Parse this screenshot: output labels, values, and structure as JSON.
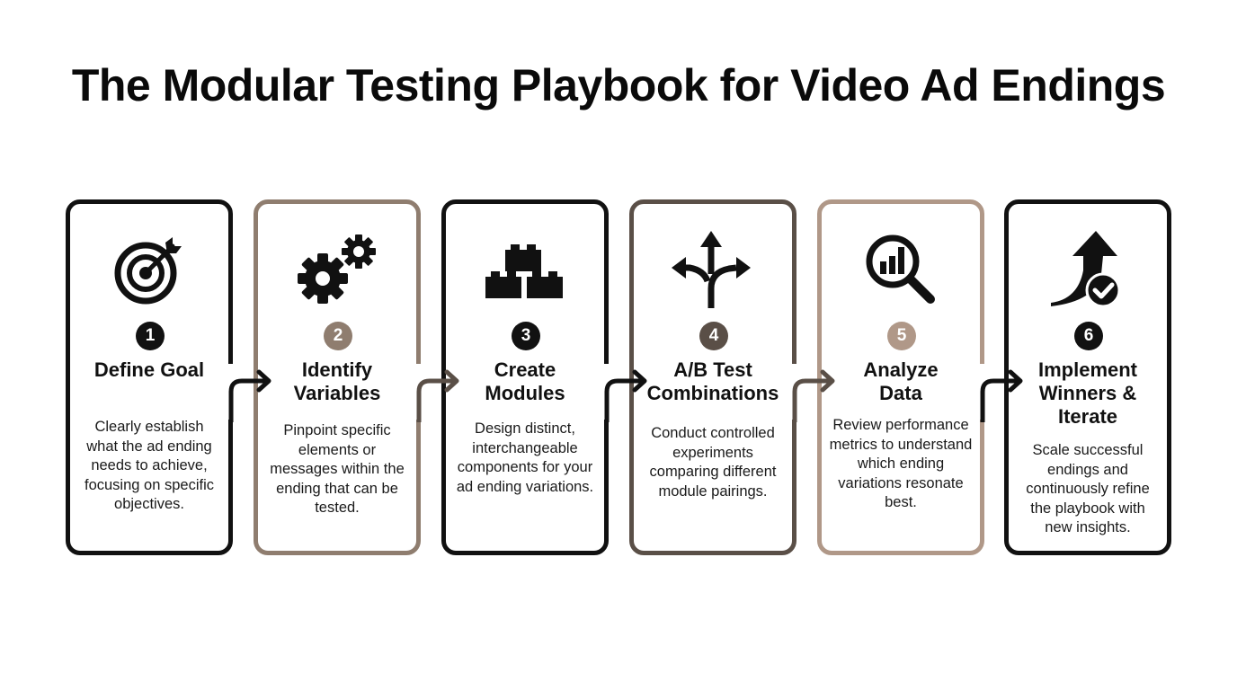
{
  "title": "The Modular Testing Playbook for Video Ad Endings",
  "colors": {
    "black": "#111111",
    "brown_light": "#8f7d6f",
    "brown_dark": "#5a4f47",
    "tan": "#b09888"
  },
  "steps": [
    {
      "number": "1",
      "icon": "target-icon",
      "heading_line1": "Define Goal",
      "heading_line2": "",
      "heading_line3": "",
      "description": "Clearly establish what the ad ending needs to achieve, focusing on specific objectives.",
      "badge_color": "#111111"
    },
    {
      "number": "2",
      "icon": "gears-icon",
      "heading_line1": "Identify",
      "heading_line2": "Variables",
      "heading_line3": "",
      "description": "Pinpoint specific elements or messages within the ending that can be tested.",
      "badge_color": "#8f7d6f"
    },
    {
      "number": "3",
      "icon": "building-blocks-icon",
      "heading_line1": "Create",
      "heading_line2": "Modules",
      "heading_line3": "",
      "description": "Design distinct, interchangeable components for your ad ending variations.",
      "badge_color": "#111111"
    },
    {
      "number": "4",
      "icon": "split-arrows-icon",
      "heading_line1": "A/B Test",
      "heading_line2": "Combinations",
      "heading_line3": "",
      "description": "Conduct controlled experiments comparing different module pairings.",
      "badge_color": "#5a4f47"
    },
    {
      "number": "5",
      "icon": "magnifier-chart-icon",
      "heading_line1": "Analyze",
      "heading_line2": "Data",
      "heading_line3": "",
      "description": "Review performance metrics to understand which ending variations resonate best.",
      "badge_color": "#b09888"
    },
    {
      "number": "6",
      "icon": "growth-arrow-check-icon",
      "heading_line1": "Implement",
      "heading_line2": "Winners &",
      "heading_line3": "Iterate",
      "description": "Scale successful endings and continuously refine the playbook with new insights.",
      "badge_color": "#111111"
    }
  ]
}
